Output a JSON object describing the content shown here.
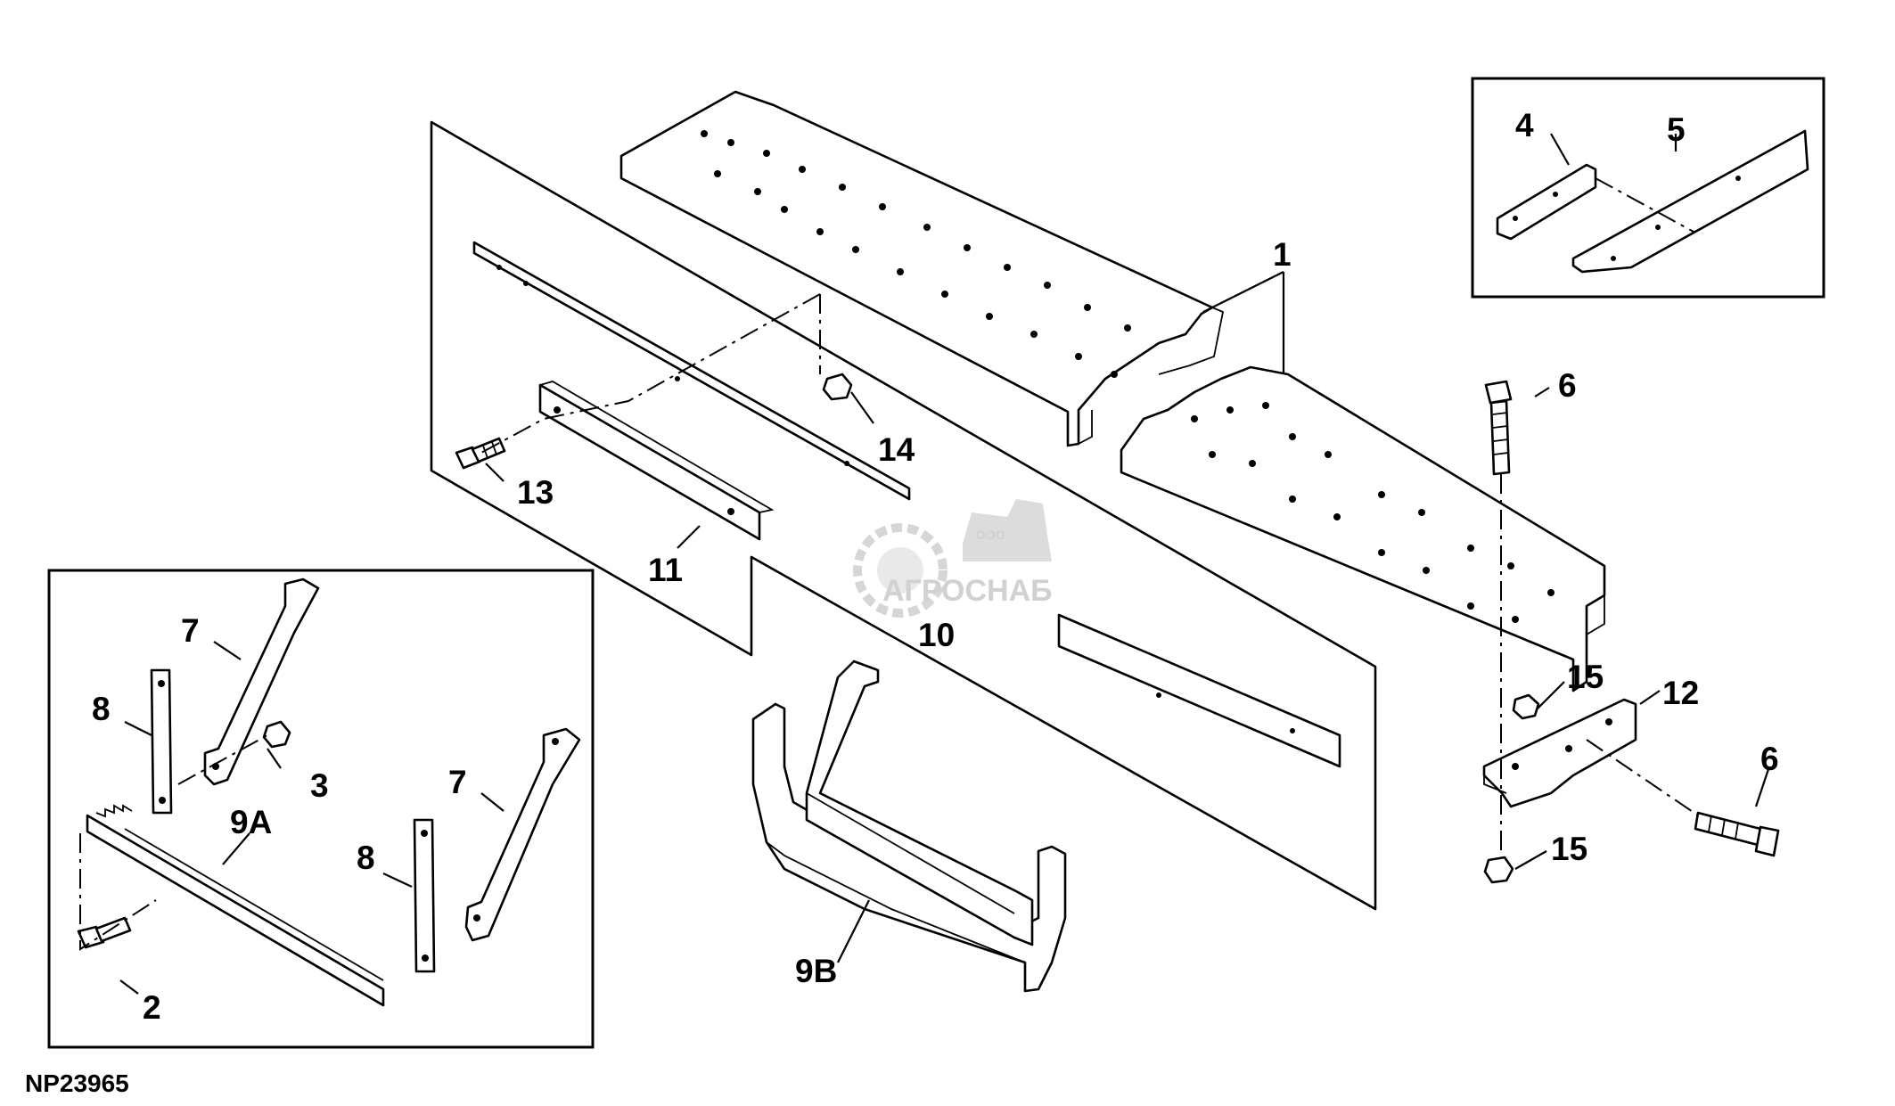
{
  "figure_id": "NP23965",
  "watermark": {
    "company_prefix": "ООО",
    "company_name": "АГРОСНАБ"
  },
  "callouts": [
    "1",
    "2",
    "3",
    "4",
    "5",
    "6",
    "6",
    "7",
    "7",
    "8",
    "8",
    "9A",
    "9B",
    "10",
    "11",
    "12",
    "13",
    "14",
    "15",
    "15"
  ]
}
